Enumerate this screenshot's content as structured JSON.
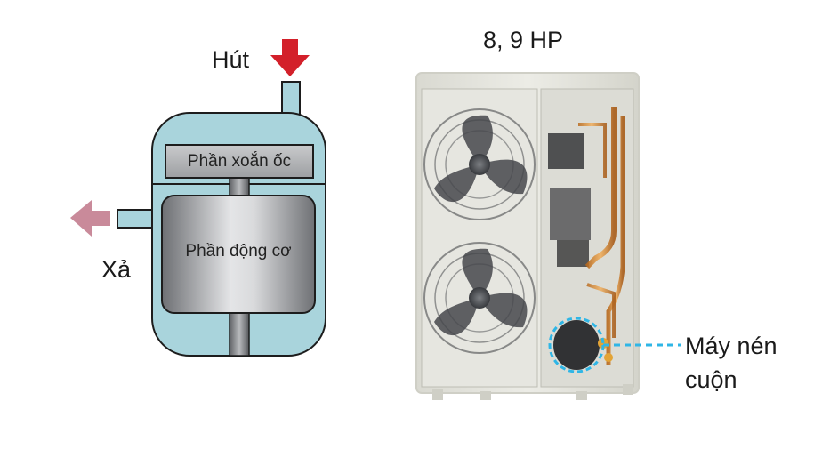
{
  "diagram": {
    "suction_label": "Hút",
    "discharge_label": "Xả",
    "scroll_part_label": "Phần xoắn ốc",
    "motor_part_label": "Phần động cơ",
    "model_label": "8, 9 HP",
    "compressor_label_line1": "Máy nén",
    "compressor_label_line2": "cuộn"
  },
  "colors": {
    "shell": "#a9d4dc",
    "shell_stroke": "#1d1d1d",
    "suction_arrow": "#d3202a",
    "discharge_arrow": "#c98a9a",
    "callout": "#2fb6e6"
  },
  "icons": {
    "suction": "arrow-down-icon",
    "discharge": "arrow-left-icon"
  }
}
